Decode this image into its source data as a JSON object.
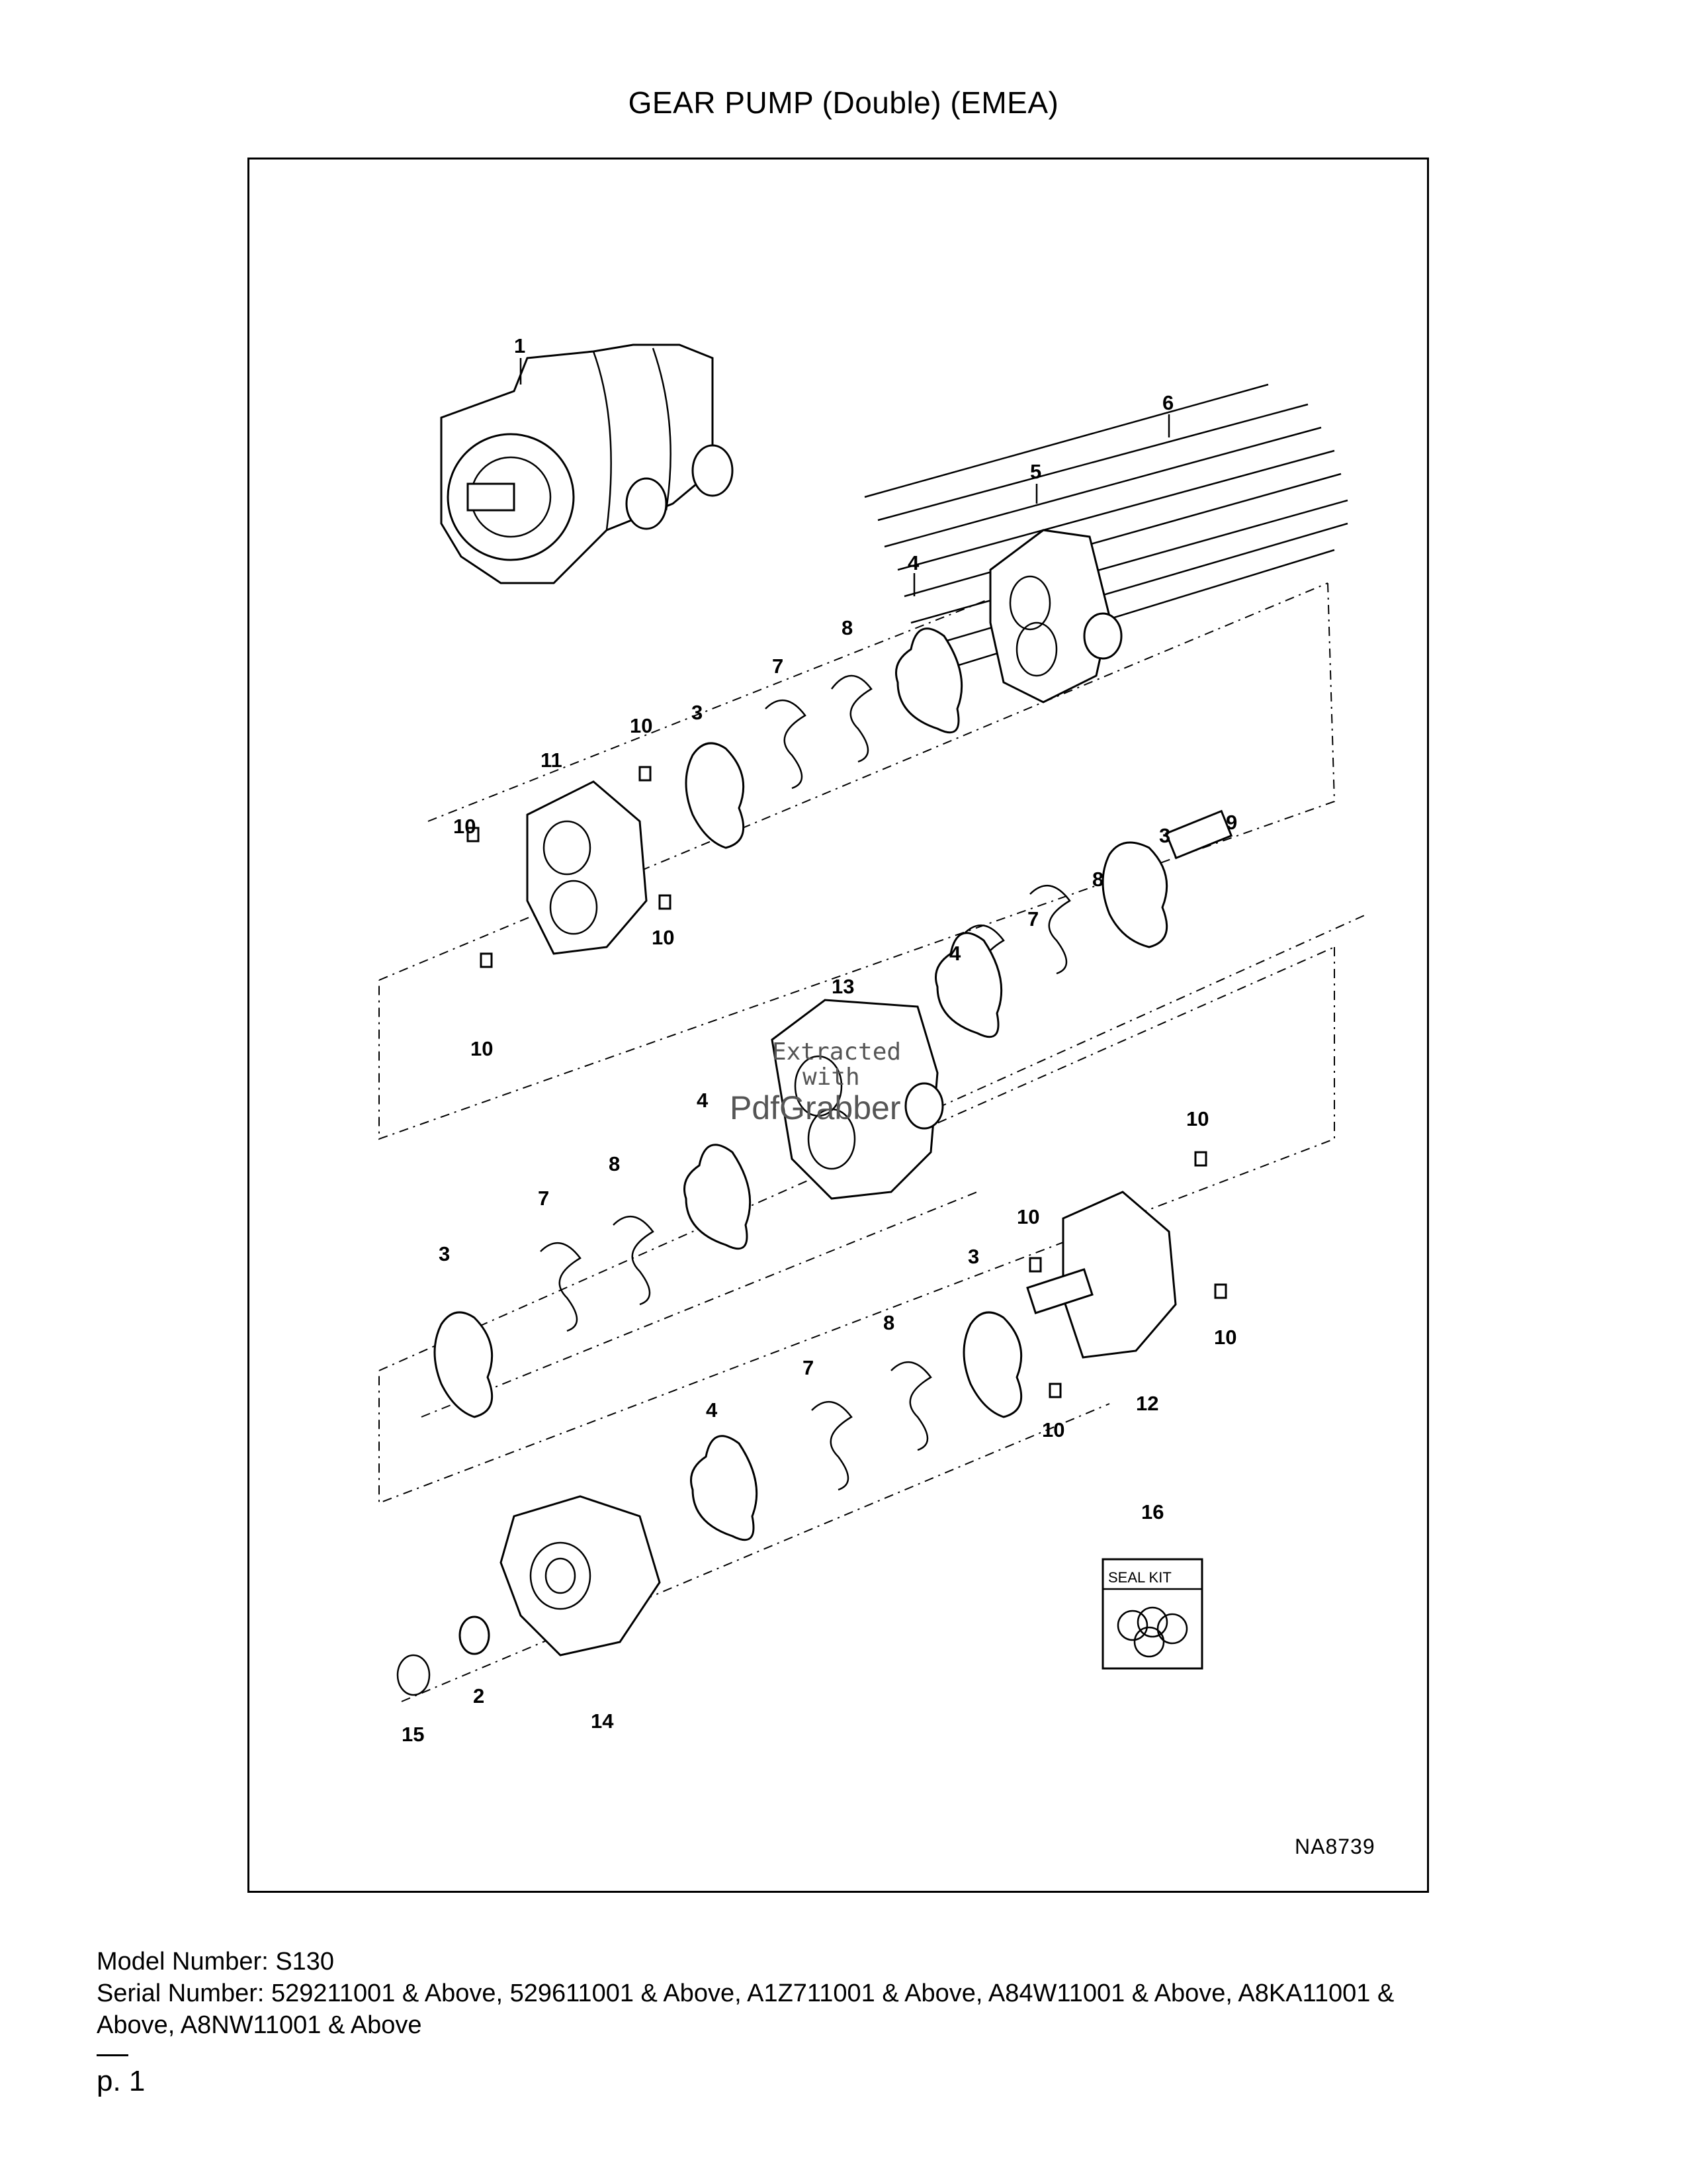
{
  "document": {
    "title": "GEAR PUMP (Double) (EMEA)",
    "drawing_code": "NA8739",
    "watermark": {
      "line1": "Extracted",
      "line2": "with",
      "line3": "PdfGrabber"
    },
    "callouts": [
      "1",
      "2",
      "3",
      "4",
      "5",
      "6",
      "7",
      "8",
      "9",
      "10",
      "11",
      "12",
      "13",
      "14",
      "15",
      "16"
    ],
    "seal_kit_label": "SEAL KIT",
    "footer": {
      "model_line": "Model Number: S130",
      "serial_line_1": "Serial Number: 529211001 & Above, 529611001 & Above, A1Z711001 & Above, A84W11001 & Above, A8KA11001 &",
      "serial_line_2": "Above, A8NW11001 & Above"
    },
    "page_label": "p. 1"
  }
}
